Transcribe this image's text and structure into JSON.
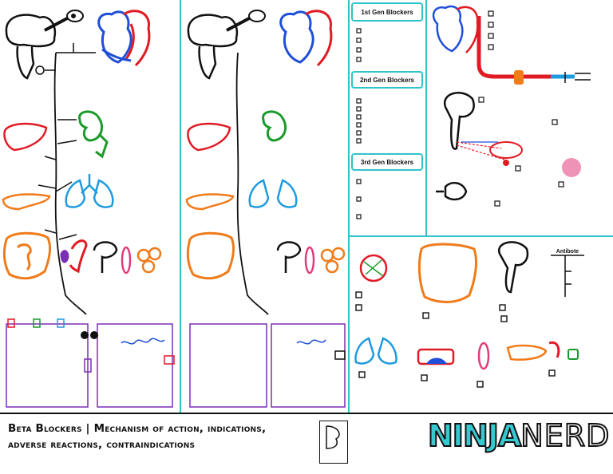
{
  "footer": {
    "title_line1": "Beta Blockers | Mechanism of action, indications,",
    "title_line2": "adverse reactions, contraindications",
    "brand_part1": "NINJA",
    "brand_part2": "NERD"
  },
  "blockers": {
    "first_gen": "1st Gen Blockers",
    "second_gen": "2nd Gen Blockers",
    "third_gen": "3rd Gen Blockers"
  },
  "antidote_label": "Antibote",
  "colors": {
    "panel_border": "#2ec4c9",
    "artery_red": "#e01b24",
    "vein_blue": "#1f4fd8",
    "kidney_green": "#1a9a2a",
    "lung_blue": "#1e9be0",
    "pancreas_orange": "#f07b1a",
    "cell_purple": "#7b2fb5",
    "uterus_pink": "#e23b7a"
  }
}
